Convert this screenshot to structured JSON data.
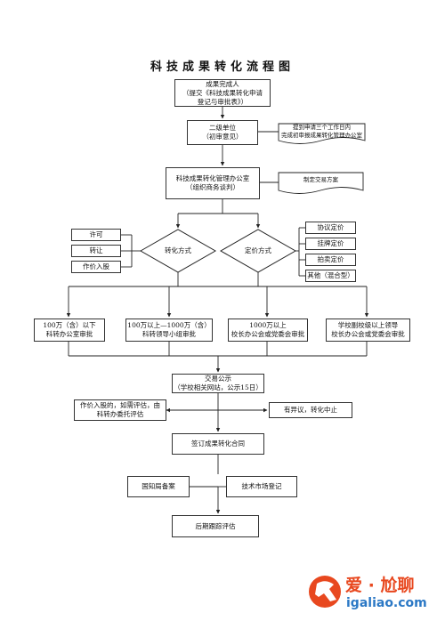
{
  "title": "科技成果转化流程图",
  "nodes": {
    "n1": [
      "成果完成人",
      "（提交《科技成果转化申请",
      "登记与审批表》）"
    ],
    "n2": [
      "二级单位",
      "（初审意见）"
    ],
    "n3": [
      "科技成果转化管理办公室",
      "（组织商务谈判）"
    ],
    "d_transform": "转化方式",
    "d_pricing": "定价方式",
    "license": "许可",
    "transfer": "转让",
    "equity": "作价入股",
    "p1": "协议定价",
    "p2": "挂牌定价",
    "p3": "拍卖定价",
    "p4": "其他（混合型）",
    "a1": [
      "100万（含）以下",
      "科转办公室审批"
    ],
    "a2": [
      "100万以上—1000万（含）",
      "科转领导小组审批"
    ],
    "a3": [
      "1000万以上",
      "校长办公会或党委会审批"
    ],
    "a4": [
      "学校副校级以上领导",
      "校长办公会或党委会审批"
    ],
    "publicity": [
      "交易公示",
      "（学校相关网站，公示15日）"
    ],
    "equity_note": [
      "作价入股的，如需评估，由",
      "科转办委托评估"
    ],
    "objection": "有异议，转化中止",
    "contract": "签订成果转化合同",
    "ip_filing": "国知局备案",
    "market_reg": "技术市场登记",
    "tracking": "后期跟踪评估",
    "note_submit": [
      "提到申请三个工作日内",
      "完成初审报成果转化管理办公室"
    ],
    "note_plan": "制定交易方案"
  },
  "watermark": {
    "cn": "爱 · 尬聊",
    "url": "igaliao.com",
    "colors": {
      "orange": "#e8481f",
      "blue": "#2b78c5"
    }
  }
}
